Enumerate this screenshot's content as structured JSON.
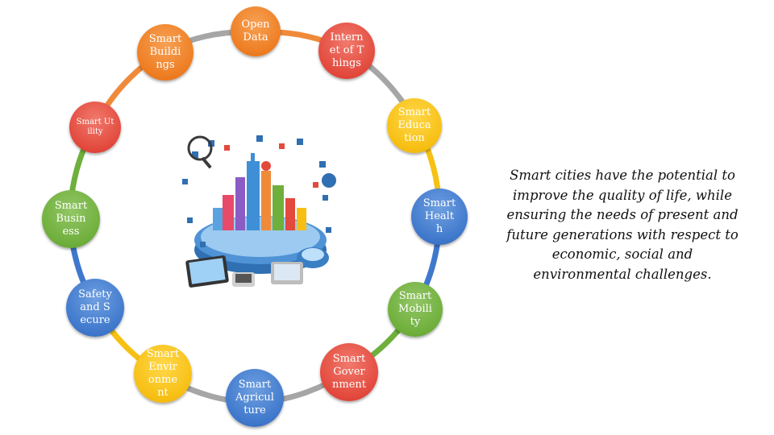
{
  "diagram": {
    "nodes": [
      {
        "id": "open-data",
        "label": "Open Data",
        "color": "orange"
      },
      {
        "id": "internet-of-things",
        "label": "Internet of Things",
        "color": "red"
      },
      {
        "id": "smart-education",
        "label": "Smart Education",
        "color": "yellow"
      },
      {
        "id": "smart-health",
        "label": "Smart Health",
        "color": "blue"
      },
      {
        "id": "smart-mobility",
        "label": "Smart Mobility",
        "color": "green"
      },
      {
        "id": "smart-government",
        "label": "Smart Government",
        "color": "red"
      },
      {
        "id": "smart-agriculture",
        "label": "Smart Agriculture",
        "color": "blue"
      },
      {
        "id": "smart-environment",
        "label": "Smart Environment",
        "color": "yellow"
      },
      {
        "id": "safety-and-secure",
        "label": "Safety and Secure",
        "color": "blue"
      },
      {
        "id": "smart-business",
        "label": "Smart Business",
        "color": "green"
      },
      {
        "id": "smart-utility",
        "label": "Smart Utility",
        "color": "red"
      },
      {
        "id": "smart-buildings",
        "label": "Smart Buildings",
        "color": "orange"
      }
    ],
    "ring_segment_colors": [
      "#f08a3b",
      "#a6a6a6",
      "#f7c114",
      "#3f78cc",
      "#6faf3c",
      "#a6a6a6",
      "#a6a6a6",
      "#f7c114",
      "#3f78cc",
      "#6faf3c",
      "#f08a3b",
      "#a6a6a6"
    ],
    "colors": {
      "orange": "#ee7d22",
      "red": "#e3493d",
      "yellow": "#f7bf13",
      "blue": "#3f78cc",
      "green": "#6faf3c",
      "gray": "#a6a6a6"
    }
  },
  "caption": "Smart cities have the potential to improve the quality of life, while ensuring the needs of present and future generations with respect to economic, social and environmental challenges.",
  "center_image": {
    "icon": "smart-city-illustration"
  }
}
